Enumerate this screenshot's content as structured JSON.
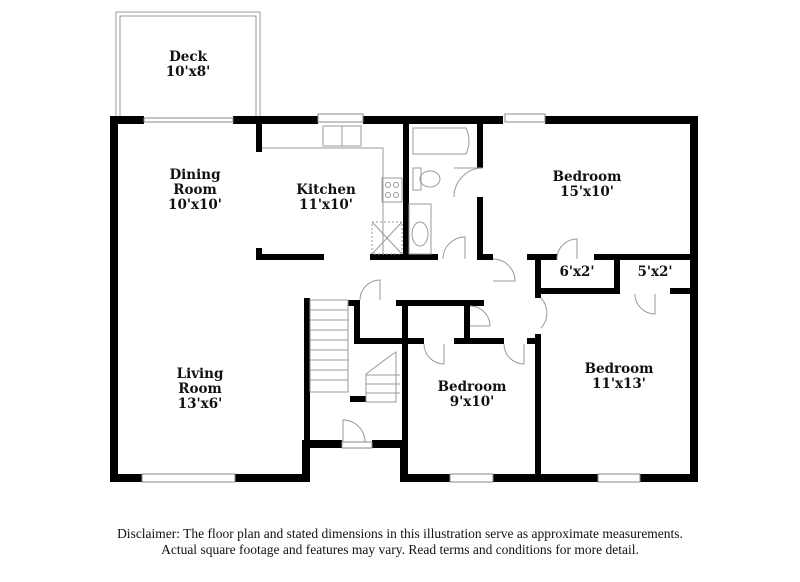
{
  "floor_plan": {
    "rooms": [
      {
        "id": "deck",
        "name": "Deck",
        "dims": "10'x8'"
      },
      {
        "id": "dining",
        "name_line1": "Dining",
        "name_line2": "Room",
        "dims": "10'x10'"
      },
      {
        "id": "kitchen",
        "name": "Kitchen",
        "dims": "11'x10'"
      },
      {
        "id": "bedroom1",
        "name": "Bedroom",
        "dims": "15'x10'"
      },
      {
        "id": "closet1",
        "dims": "6'x2'"
      },
      {
        "id": "closet2",
        "dims": "5'x2'"
      },
      {
        "id": "living",
        "name_line1": "Living",
        "name_line2": "Room",
        "dims": "13'x6'"
      },
      {
        "id": "bedroom2",
        "name": "Bedroom",
        "dims": "9'x10'"
      },
      {
        "id": "bedroom3",
        "name": "Bedroom",
        "dims": "11'x13'"
      }
    ],
    "colors": {
      "wall": "#000000",
      "fixture": "#9a9a9a",
      "background": "#ffffff"
    }
  },
  "disclaimer": {
    "line1": "Disclaimer: The floor plan and stated dimensions in this illustration serve as approximate measurements.",
    "line2": "Actual square footage and features may vary. Read terms and conditions for more detail."
  }
}
